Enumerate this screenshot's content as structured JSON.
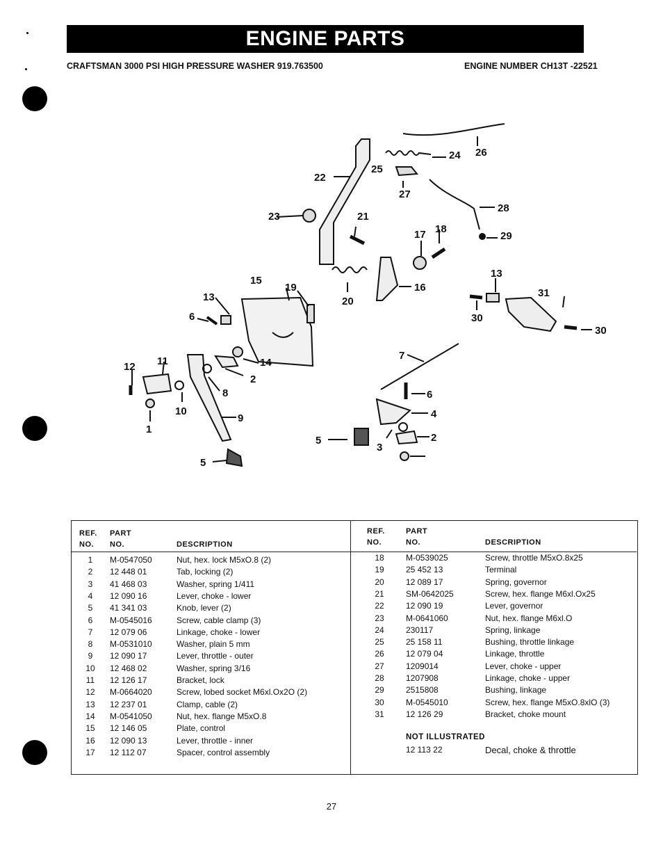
{
  "title": "ENGINE PARTS",
  "subtitle_left": "CRAFTSMAN 3000 PSI HIGH PRESSURE WASHER 919.763500",
  "subtitle_right": "ENGINE NUMBER CH13T -22521",
  "table": {
    "headers": {
      "ref_top": "REF.",
      "ref_bottom": "NO.",
      "part_top": "PART",
      "part_bottom": "NO.",
      "description": "DESCRIPTION"
    },
    "left_rows": [
      {
        "ref": "1",
        "part": "M-0547050",
        "desc": "Nut, hex. lock M5xO.8 (2)"
      },
      {
        "ref": "2",
        "part": "12 448 01",
        "desc": "Tab, locking (2)"
      },
      {
        "ref": "3",
        "part": "41 468 03",
        "desc": "Washer, spring 1/411"
      },
      {
        "ref": "4",
        "part": "12 090 16",
        "desc": "Lever, choke - lower"
      },
      {
        "ref": "5",
        "part": "41 341 03",
        "desc": "Knob, lever (2)"
      },
      {
        "ref": "6",
        "part": "M-0545016",
        "desc": "Screw, cable clamp (3)"
      },
      {
        "ref": "7",
        "part": "12 079 06",
        "desc": "Linkage, choke - lower"
      },
      {
        "ref": "8",
        "part": "M-0531010",
        "desc": "Washer, plain 5 mm"
      },
      {
        "ref": "9",
        "part": "12 090 17",
        "desc": "Lever, throttle - outer"
      },
      {
        "ref": "10",
        "part": "12 468 02",
        "desc": "Washer, spring 3/16"
      },
      {
        "ref": "11",
        "part": "12 126 17",
        "desc": "Bracket, lock"
      },
      {
        "ref": "12",
        "part": "M-0664020",
        "desc": "Screw, lobed socket M6xl.Ox2O (2)"
      },
      {
        "ref": "13",
        "part": "12 237 01",
        "desc": "Clamp, cable (2)"
      },
      {
        "ref": "14",
        "part": "M-0541050",
        "desc": "Nut, hex. flange M5xO.8"
      },
      {
        "ref": "15",
        "part": "12 146 05",
        "desc": "Plate, control"
      },
      {
        "ref": "16",
        "part": "12 090 13",
        "desc": "Lever, throttle - inner"
      },
      {
        "ref": "17",
        "part": "12 112 07",
        "desc": "Spacer, control assembly"
      }
    ],
    "right_rows": [
      {
        "ref": "18",
        "part": "M-0539025",
        "desc": "Screw, throttle    M5xO.8x25"
      },
      {
        "ref": "19",
        "part": "25 452 13",
        "desc": "Terminal"
      },
      {
        "ref": "20",
        "part": "12 089 17",
        "desc": "Spring, governor"
      },
      {
        "ref": "21",
        "part": "SM-0642025",
        "desc": "Screw, hex. flange M6xl.Ox25"
      },
      {
        "ref": "22",
        "part": "12 090 19",
        "desc": "Lever, governor"
      },
      {
        "ref": "23",
        "part": "M-0641060",
        "desc": "Nut, hex. flange M6xl.O"
      },
      {
        "ref": "24",
        "part": "230117",
        "desc": "Spring, linkage"
      },
      {
        "ref": "25",
        "part": "25 158 11",
        "desc": "Bushing, throttle linkage"
      },
      {
        "ref": "26",
        "part": "12 079 04",
        "desc": "Linkage, throttle"
      },
      {
        "ref": "27",
        "part": "1209014",
        "desc": "Lever, choke - upper"
      },
      {
        "ref": "28",
        "part": "1207908",
        "desc": "Linkage, choke - upper"
      },
      {
        "ref": "29",
        "part": "2515808",
        "desc": "Bushing, linkage"
      },
      {
        "ref": "30",
        "part": "M-0545010",
        "desc": "Screw, hex. flange M5xO.8xlO (3)"
      },
      {
        "ref": "31",
        "part": "12 126 29",
        "desc": "Bracket, choke mount"
      }
    ],
    "not_illustrated_label": "NOT ILLUSTRATED",
    "not_illustrated": {
      "part": "12 113 22",
      "desc": "Decal, choke & throttle"
    }
  },
  "diagram_labels": [
    "1",
    "2",
    "3",
    "4",
    "5",
    "6",
    "7",
    "8",
    "9",
    "10",
    "11",
    "12",
    "13",
    "14",
    "15",
    "16",
    "17",
    "18",
    "19",
    "20",
    "21",
    "22",
    "23",
    "24",
    "25",
    "26",
    "27",
    "28",
    "29",
    "30",
    "31"
  ],
  "page_number": "27"
}
